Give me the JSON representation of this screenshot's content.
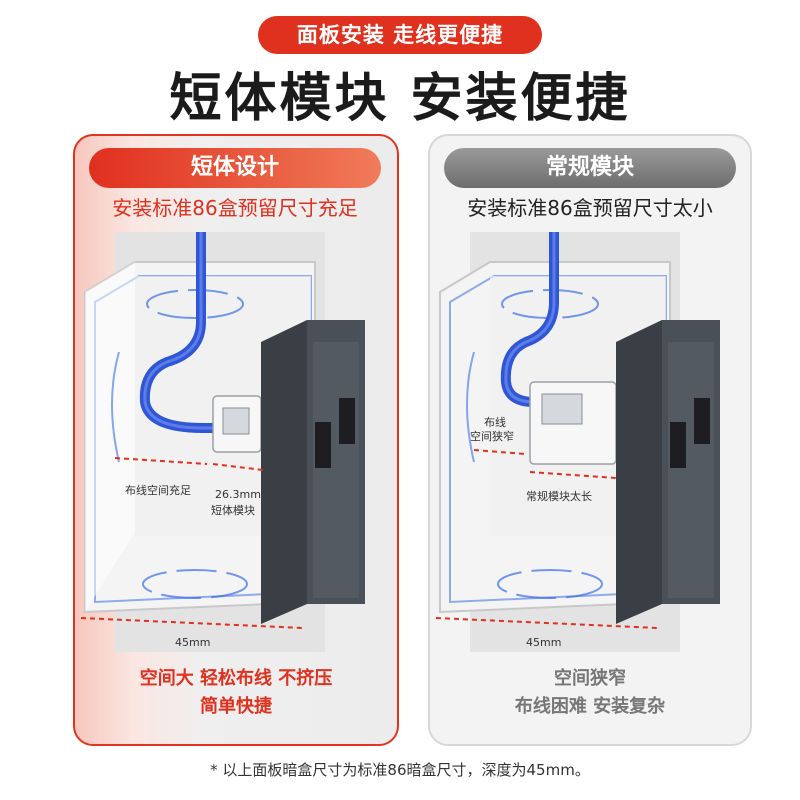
{
  "header": {
    "badge": "面板安装 走线更便捷",
    "title": "短体模块 安装便捷"
  },
  "left_panel": {
    "tag": "短体设计",
    "subtitle": "安装标准86盒预留尺寸充足",
    "label_space": "布线空间充足",
    "label_module_1": "26.3mm",
    "label_module_2": "短体模块",
    "label_width": "45mm",
    "bottom_line1": "空间大 轻松布线 不挤压",
    "bottom_line2": "简单快捷"
  },
  "right_panel": {
    "tag": "常规模块",
    "subtitle": "安装标准86盒预留尺寸太小",
    "label_space_1": "布线",
    "label_space_2": "空间狭窄",
    "label_module": "常规模块太长",
    "label_width": "45mm",
    "bottom_line1": "空间狭窄",
    "bottom_line2": "布线困难 安装复杂"
  },
  "footnote": "* 以上面板暗盒尺寸为标准86暗盒尺寸，深度为45mm。",
  "colors": {
    "accent_red": "#e0301e",
    "panel_gray": "#4a5057",
    "cable_blue": "#2f56d6"
  }
}
